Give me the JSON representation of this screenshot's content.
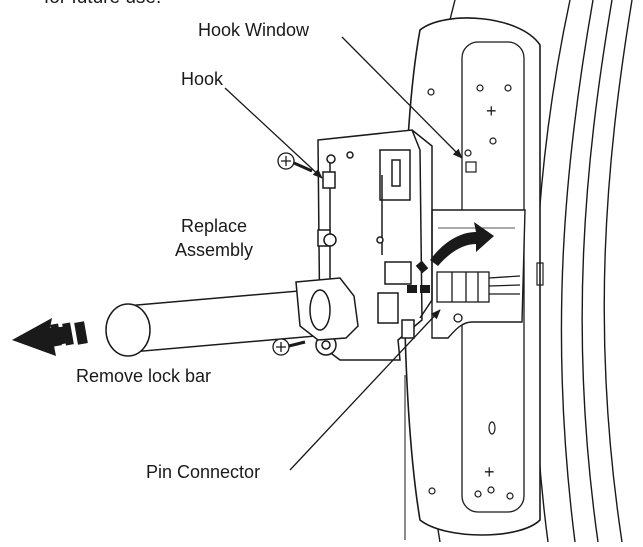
{
  "top_text_fragment": "for future use.",
  "labels": {
    "hook_window": "Hook Window",
    "hook": "Hook",
    "replace_line1": "Replace",
    "replace_line2": "Assembly",
    "remove_lock_bar": "Remove lock bar",
    "pin_connector": "Pin Connector"
  },
  "colors": {
    "ink": "#1a1a1a",
    "paper": "#ffffff"
  }
}
